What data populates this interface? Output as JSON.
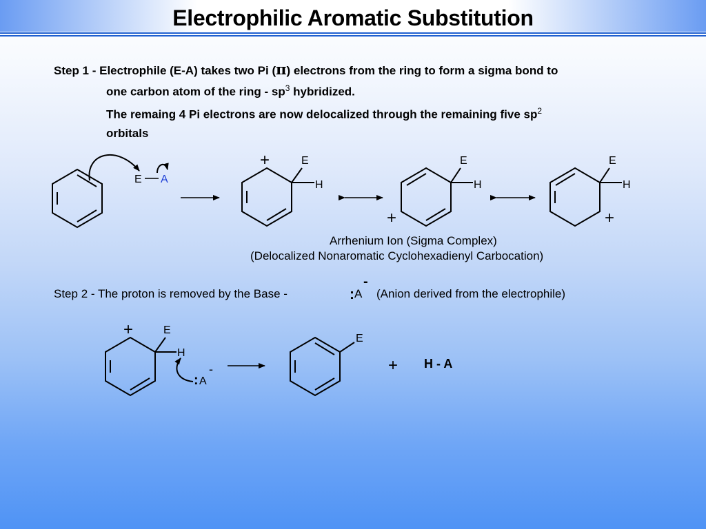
{
  "slide": {
    "title": "Electrophilic Aromatic Substitution",
    "step1": {
      "label": "Step 1 - Electrophile (E-A) takes two Pi (",
      "pi": "π",
      "line1_rest": ")  electrons from the ring to form a sigma bond to",
      "line2_pre": "one carbon atom of the ring - sp",
      "line2_sup": "3",
      "line2_post": " hybridized.",
      "line3_pre": "The remaing 4 Pi electrons are now delocalized through the remaining five sp",
      "line3_sup": "2",
      "line4": "orbitals"
    },
    "step2": {
      "label": "Step 2 - The proton is removed by the Base -",
      "base_colon": ":",
      "base_atom": "A",
      "base_charge": "-",
      "note": "(Anion derived from the electrophile)"
    },
    "arrhenium": {
      "line1": "Arrhenium Ion (Sigma Complex)",
      "line2": "(Delocalized Nonaromatic Cyclohexadienyl Carbocation)"
    },
    "atoms": {
      "E": "E",
      "A": "A",
      "H": "H",
      "plus": "+",
      "colon": ":",
      "minus": "-"
    },
    "products": {
      "plus": "+",
      "ha": "H - A"
    },
    "colors": {
      "electrophile_A": "#1e3fd6",
      "bond": "#000000",
      "title_rule": "#1f5fd0"
    }
  }
}
